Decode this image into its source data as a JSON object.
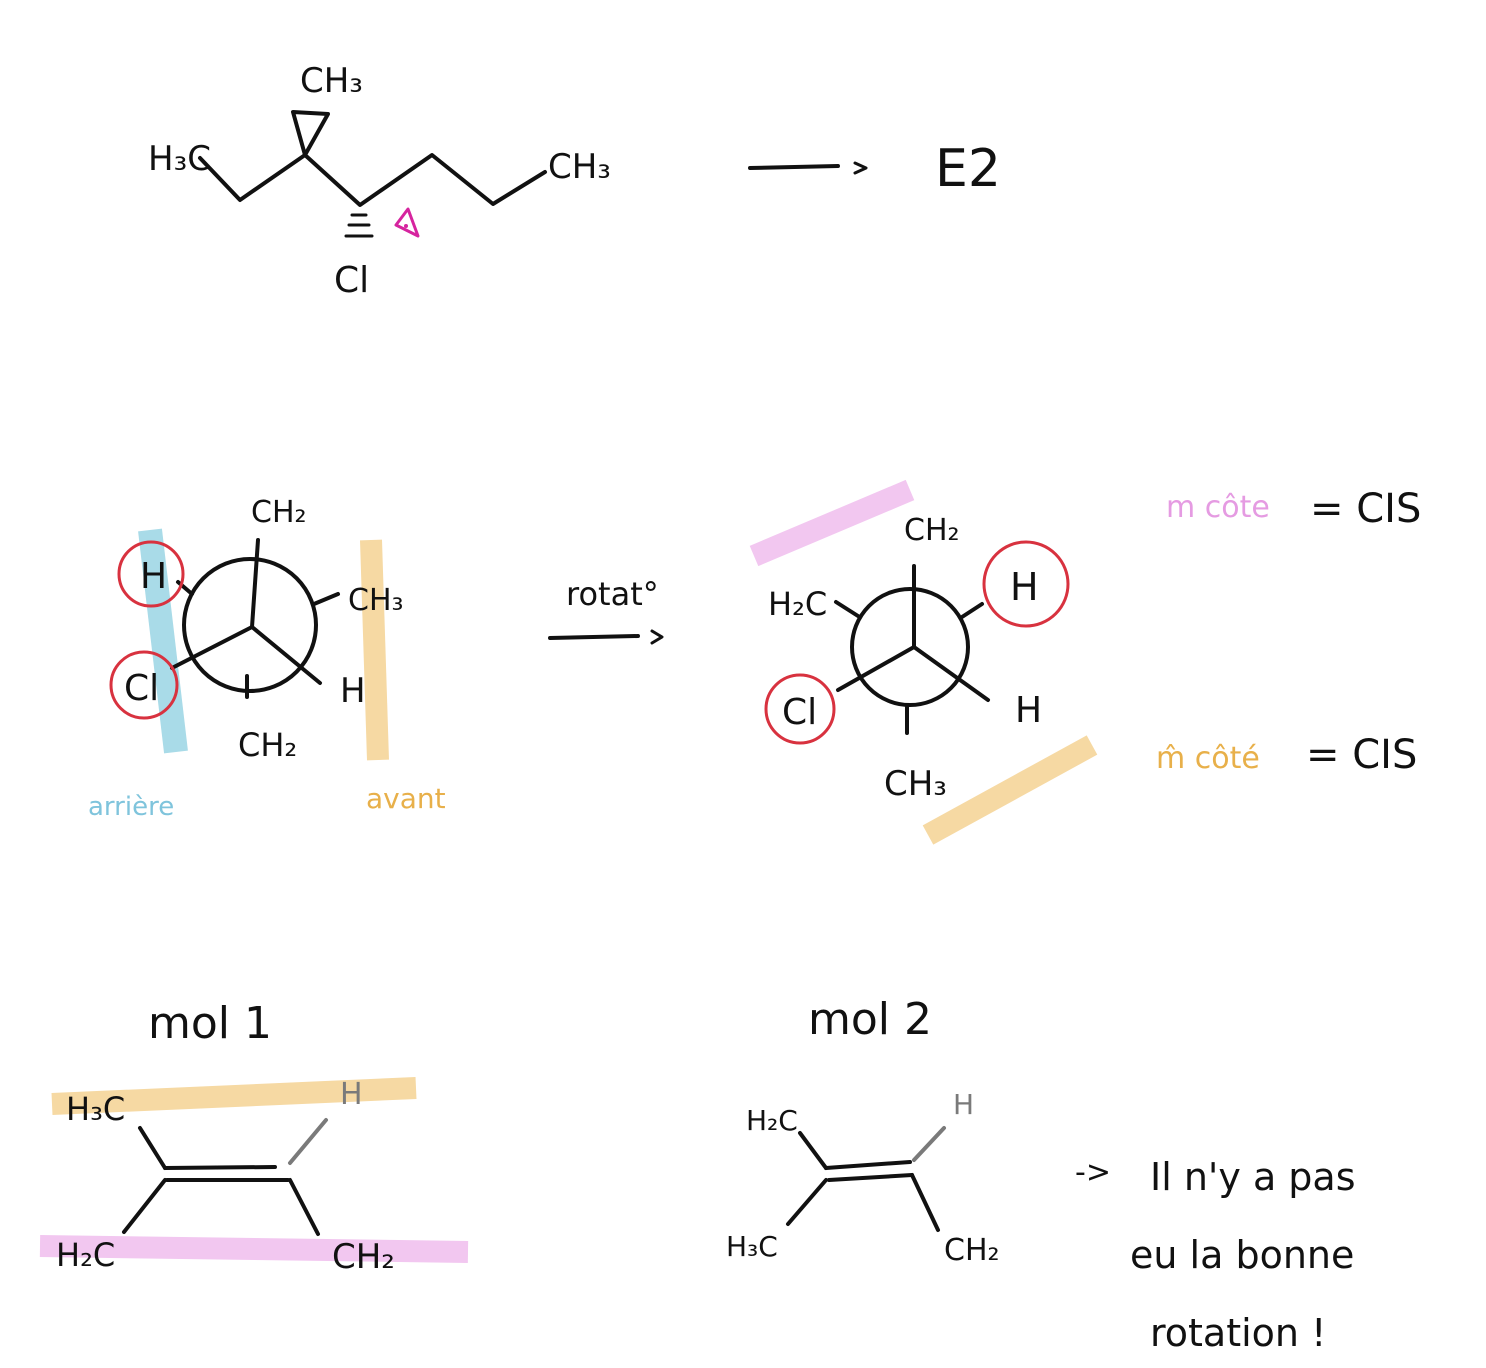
{
  "colors": {
    "ink": "#111111",
    "red_circle": "#d8323f",
    "magenta_eye": "#d6249f",
    "blue_highlight": "#a9dbe8",
    "orange_highlight": "#f6d9a3",
    "pink_highlight": "#f2c7f0",
    "blue_text": "#7fc4dc",
    "orange_text": "#e8b04a",
    "pink_text": "#e59be2",
    "grey_ink": "#7a7a7a"
  },
  "top": {
    "left_ch3": "H₃C",
    "top_ch3": "CH₃",
    "right_ch3": "CH₃",
    "cl": "Cl",
    "reaction": "E2"
  },
  "newman_left": {
    "top": "CH₂",
    "h_left": "H",
    "ch3_right": "CH₃",
    "cl": "Cl",
    "h_right": "H",
    "bottom": "CH₂",
    "label_back": "arrière",
    "label_front": "avant"
  },
  "rotation_label": "rotat°",
  "newman_right": {
    "top": "CH₂",
    "h2c": "H₂C",
    "h_circled": "H",
    "cl": "Cl",
    "h": "H",
    "bottom": "CH₃"
  },
  "notes": {
    "pink_note": "m côte",
    "pink_result": "= CIS",
    "orange_note": "m̂ côté",
    "orange_result": "= CIS"
  },
  "mol1": {
    "title": "mol 1",
    "top_left": "H₃C",
    "top_right": "H",
    "bottom_left": "H₂C",
    "bottom_right": "CH₂"
  },
  "mol2": {
    "title": "mol 2",
    "top_left": "H₂C",
    "top_right": "H",
    "bottom_left": "H₃C",
    "bottom_right": "CH₂"
  },
  "conclusion": {
    "arrow": "->",
    "line1": "Il n'y a pas",
    "line2": "eu la bonne",
    "line3": "rotation !"
  }
}
